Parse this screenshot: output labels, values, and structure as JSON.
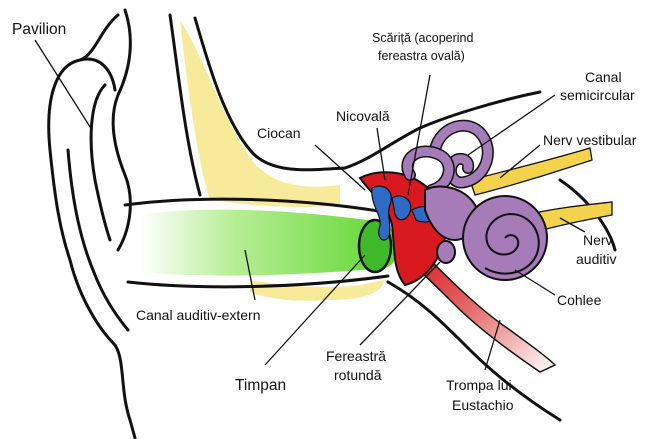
{
  "diagram": {
    "colors": {
      "outline": "#111111",
      "bone": "#f7ea9b",
      "ear_canal": "#5fd62e",
      "ear_canal_fade": "#ffffff",
      "tympanum": "#3fb82a",
      "middle_ear": "#d81920",
      "ossicles": "#2f6bc4",
      "inner_ear": "#a57bb8",
      "nerve": "#f2d34b",
      "eustachian": "#e88a8a"
    },
    "labels": {
      "pavilion": "Pavilion",
      "scarita_line1": "Scăriță (acoperind",
      "scarita_line2": "fereastra ovală)",
      "canal_semicircular_line1": "Canal",
      "canal_semicircular_line2": "semicircular",
      "nicovala": "Nicovală",
      "ciocan": "Ciocan",
      "nerv_vestibular": "Nerv vestibular",
      "nerv_auditiv_line1": "Nerv",
      "nerv_auditiv_line2": "auditiv",
      "cohlee": "Cohlee",
      "canal_auditiv_extern": "Canal auditiv-extern",
      "fereastra_rotunda_line1": "Fereastră",
      "fereastra_rotunda_line2": "rotundă",
      "timpan": "Timpan",
      "trompa_line1": "Trompa lui",
      "trompa_line2": "Eustachio"
    }
  }
}
